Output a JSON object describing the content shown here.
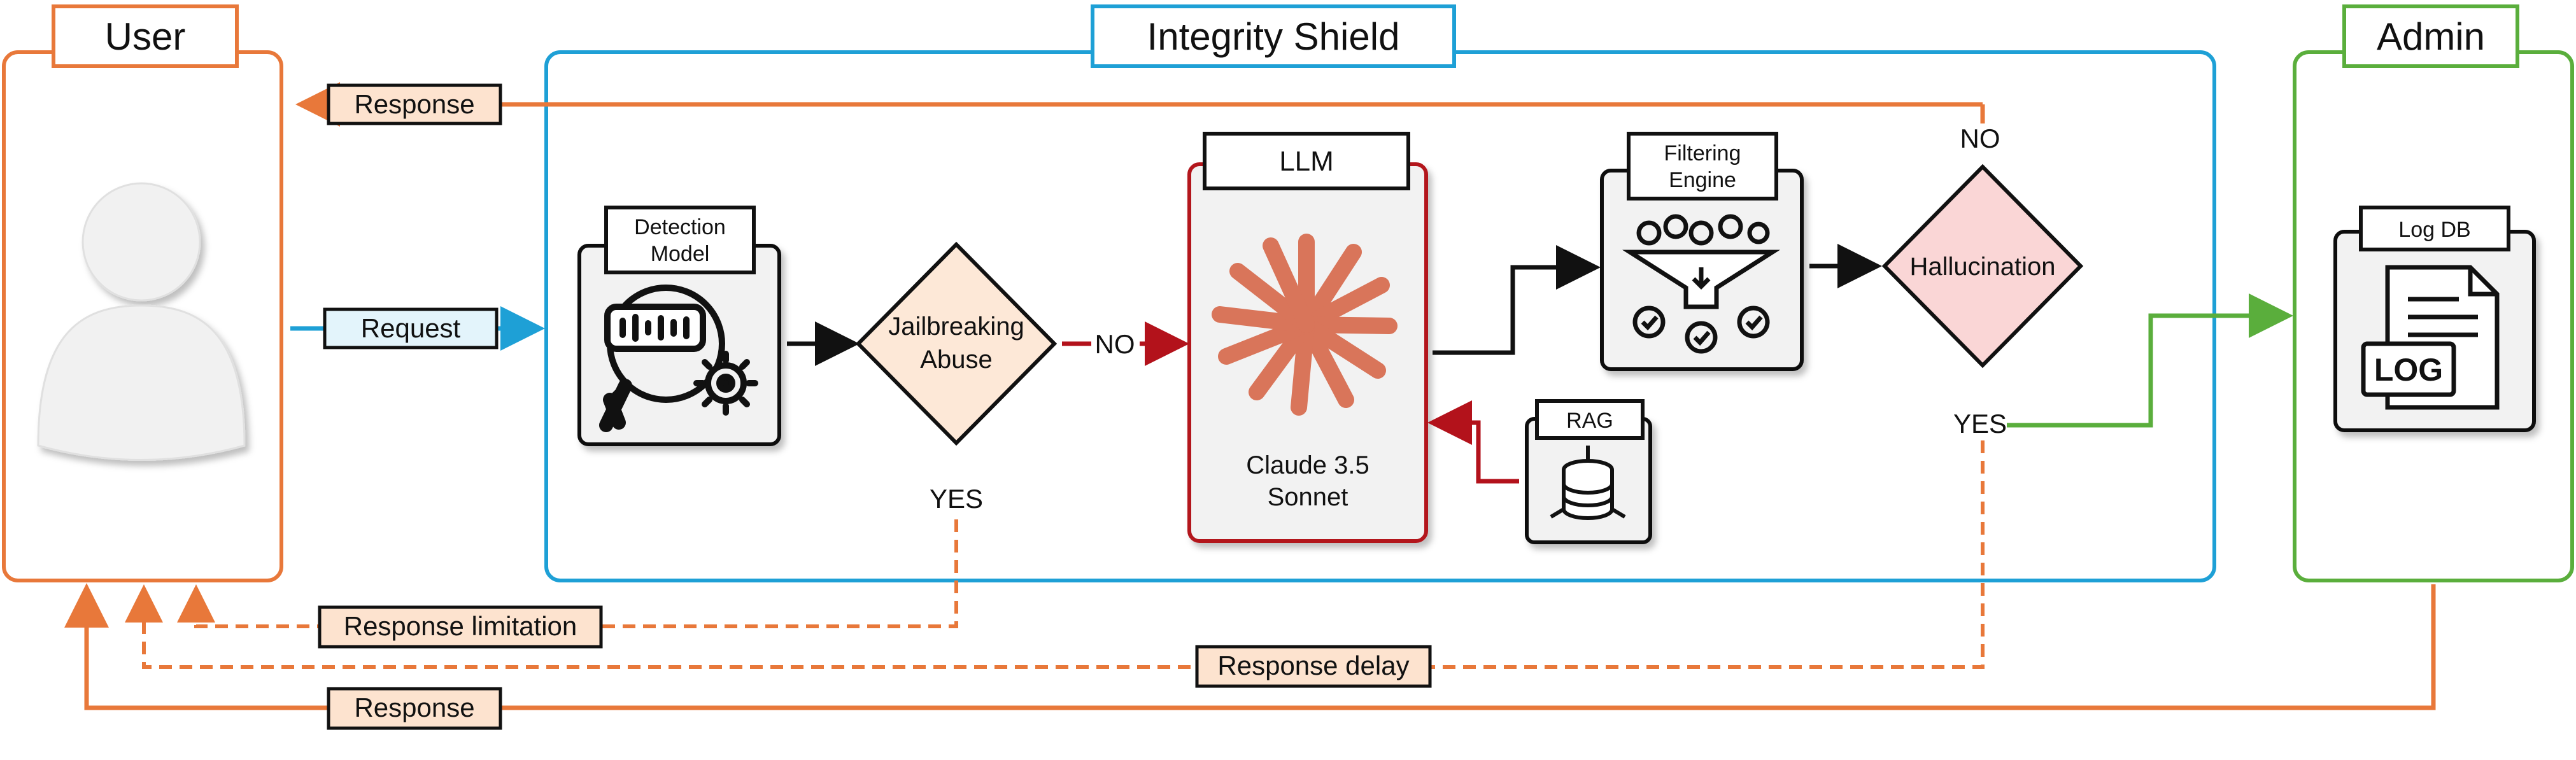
{
  "panels": {
    "user": {
      "title": "User"
    },
    "shield": {
      "title": "Integrity Shield"
    },
    "admin": {
      "title": "Admin"
    }
  },
  "nodes": {
    "detection": {
      "line1": "Detection",
      "line2": "Model"
    },
    "jailbreak": {
      "line1": "Jailbreaking",
      "line2": "Abuse"
    },
    "llm": {
      "title": "LLM",
      "model_line1": "Claude 3.5",
      "model_line2": "Sonnet"
    },
    "rag": {
      "title": "RAG"
    },
    "filter": {
      "line1": "Filtering",
      "line2": "Engine"
    },
    "hallucination": {
      "label": "Hallucination"
    },
    "logdb": {
      "title": "Log DB",
      "icon_text": "LOG"
    }
  },
  "flows": {
    "request": "Request",
    "response_top": "Response",
    "response_limitation": "Response limitation",
    "response_delay": "Response delay",
    "response_bottom": "Response",
    "jb_no": "NO",
    "jb_yes": "YES",
    "hal_no": "NO",
    "hal_yes": "YES"
  },
  "colors": {
    "user": "#e8783a",
    "shield": "#1ea0d6",
    "admin": "#5aae3c",
    "llm_border": "#b3121b",
    "diamond_orange_fill": "#fde8d7",
    "diamond_pink_fill": "#fad6d6",
    "claude": "#d9755a"
  }
}
